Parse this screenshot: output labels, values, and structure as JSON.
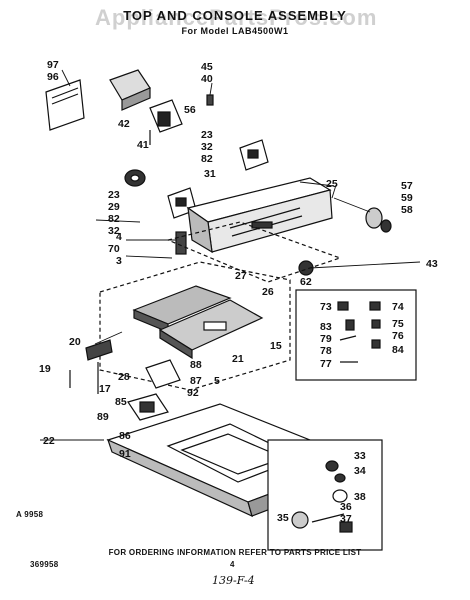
{
  "header": {
    "title": "TOP AND CONSOLE ASSEMBLY",
    "subtitle": "For Model LAB4500W1",
    "watermark": "AppliancePartsPros.com"
  },
  "callouts": {
    "c97": "97",
    "c96": "96",
    "c45": "45",
    "c40": "40",
    "c56": "56",
    "c42": "42",
    "c41": "41",
    "c23a": "23",
    "c32a": "32",
    "c82a": "82",
    "c31": "31",
    "c23b": "23",
    "c29": "29",
    "c82b": "82",
    "c32b": "32",
    "c25": "25",
    "c57": "57",
    "c59": "59",
    "c58": "58",
    "c4": "4",
    "c70": "70",
    "c3": "3",
    "c43": "43",
    "c62": "62",
    "c27": "27",
    "c26": "26",
    "c73": "73",
    "c74": "74",
    "c83": "83",
    "c75": "75",
    "c79": "79",
    "c76": "76",
    "c78": "78",
    "c84": "84",
    "c77": "77",
    "c20": "20",
    "c15": "15",
    "c21": "21",
    "c28": "28",
    "c88": "88",
    "c19": "19",
    "c87": "87",
    "c5": "5",
    "c17": "17",
    "c92": "92",
    "c85": "85",
    "c89": "89",
    "c86": "86",
    "c91": "91",
    "c22": "22",
    "c33": "33",
    "c34": "34",
    "c38": "38",
    "c36": "36",
    "c35": "35",
    "c37": "37"
  },
  "footer": {
    "figure_code": "A 9958",
    "ordering_note": "FOR ORDERING INFORMATION REFER TO PARTS PRICE LIST",
    "page_number": "4",
    "doc_number": "369958",
    "handwritten_ref": "139-F-4"
  }
}
